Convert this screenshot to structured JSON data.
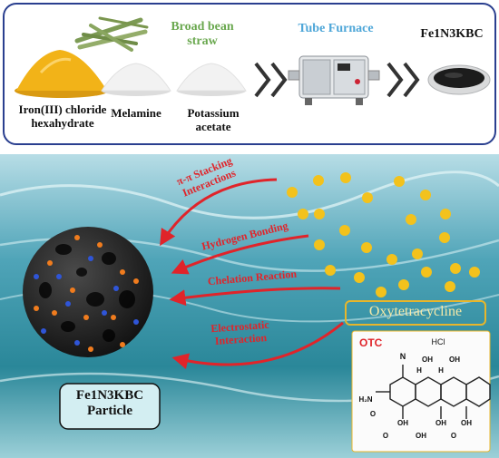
{
  "top_panel": {
    "materials": [
      {
        "label": "Iron(III) chloride\nhexahydrate",
        "icon": "yellow-powder-icon",
        "color": "#f2b318"
      },
      {
        "label": "Melamine",
        "icon": "white-powder-icon",
        "color": "#f4f4f4"
      },
      {
        "label": "Potassium\nacetate",
        "icon": "white-powder-icon",
        "color": "#f4f4f4"
      }
    ],
    "straw_label": "Broad bean\nstraw",
    "furnace_label": "Tube Furnace",
    "product_label": "Fe1N3KBC",
    "colors": {
      "straw_text": "#6aa84f",
      "furnace_text": "#4da6d8",
      "border": "#2a3f8f"
    }
  },
  "bottom_panel": {
    "particle_label": "Fe1N3KBC\nParticle",
    "pollutant_label": "Oxytetracycline",
    "interactions": [
      "π-π Stacking\nInteractions",
      "Hydrogen Bonding",
      "Chelation Reaction",
      "Electrostatic\nInteraction"
    ],
    "structure": {
      "name": "OTC",
      "salt": "HCl",
      "groups": [
        "N",
        "H",
        "H",
        "OH",
        "OH",
        "OH",
        "OH",
        "OH",
        "OH",
        "O",
        "O",
        "O",
        "H₂N"
      ]
    },
    "colors": {
      "arrow": "#e0242a",
      "molecule_dot": "#f3c21c",
      "label_border": "#e8b62a",
      "water": "#2f8fa3"
    }
  }
}
